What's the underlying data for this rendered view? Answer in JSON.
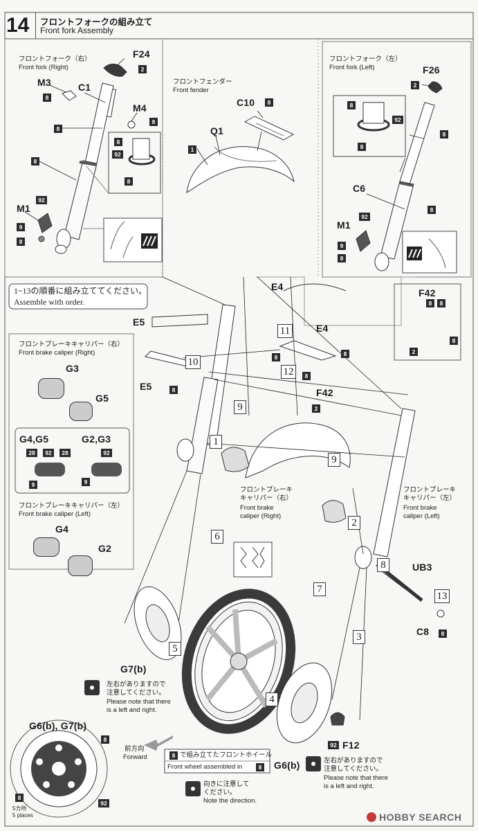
{
  "header": {
    "step_number": "14",
    "title_jp": "フロントフォークの組み立て",
    "title_en": "Front fork Assembly"
  },
  "panels": {
    "fork_right": {
      "title_jp": "フロントフォーク（右）",
      "title_en": "Front fork (Right)"
    },
    "fender": {
      "title_jp": "フロントフェンダー",
      "title_en": "Front fender"
    },
    "fork_left": {
      "title_jp": "フロントフォーク（左）",
      "title_en": "Front fork (Left)"
    }
  },
  "parts": {
    "F24": "F24",
    "M3": "M3",
    "C1": "C1",
    "M4": "M4",
    "M1": "M1",
    "C10": "C10",
    "Q1": "Q1",
    "F26": "F26",
    "C6": "C6",
    "M1b": "M1",
    "E4": "E4",
    "E4b": "E4",
    "E5": "E5",
    "E5b": "E5",
    "F42": "F42",
    "F42b": "F42",
    "G3": "G3",
    "G5": "G5",
    "G4G5": "G4,G5",
    "G2G3": "G2,G3",
    "G4": "G4",
    "G2": "G2",
    "UB3": "UB3",
    "C8": "C8",
    "G7b": "G7(b)",
    "G6b": "G6(b)",
    "F12": "F12",
    "G6G7": "G6(b), G7(b)"
  },
  "colors": {
    "c1": "1",
    "c2": "2",
    "c8": "8",
    "c9": "9",
    "c28": "28",
    "c92": "92"
  },
  "order_note": {
    "jp": "1~13の順番に組み立ててください。",
    "en": "Assemble with order."
  },
  "caliper_right_panel": {
    "title_jp": "フロントブレーキキャリパー（右）",
    "title_en": "Front brake caliper (Right)"
  },
  "caliper_left_panel": {
    "title_jp": "フロントブレーキキャリパー（左）",
    "title_en": "Front brake caliper (Left)"
  },
  "caliper_right_label": {
    "jp1": "フロントブレーキ",
    "jp2": "キャリパー（右）",
    "en1": "Front brake",
    "en2": "caliper (Right)"
  },
  "caliper_left_label": {
    "jp1": "フロントブレーキ",
    "jp2": "キャリパー（左）",
    "en1": "Front brake",
    "en2": "caliper (Left)"
  },
  "steps": [
    "1",
    "2",
    "3",
    "4",
    "5",
    "6",
    "7",
    "8",
    "9",
    "9",
    "10",
    "11",
    "12",
    "13"
  ],
  "lr_note_1": {
    "jp1": "左右がありますので",
    "jp2": "注意してください。",
    "en1": "Please note that there",
    "en2": "is a left and right."
  },
  "lr_note_2": {
    "jp1": "左右がありますので",
    "jp2": "注意してください。",
    "en1": "Please note that there",
    "en2": "is a left and right."
  },
  "forward": {
    "jp": "前方向",
    "en": "Forward"
  },
  "wheel_box": {
    "jp": "で組み立てたフロントホイール",
    "en": "Front wheel assembled in",
    "num": "8"
  },
  "direction_note": {
    "jp1": "向きに注意して",
    "jp2": "ください。",
    "en": "Note the direction."
  },
  "disc_places": {
    "jp": "5カ所",
    "en": "5 places"
  },
  "watermark": "HOBBY SEARCH"
}
